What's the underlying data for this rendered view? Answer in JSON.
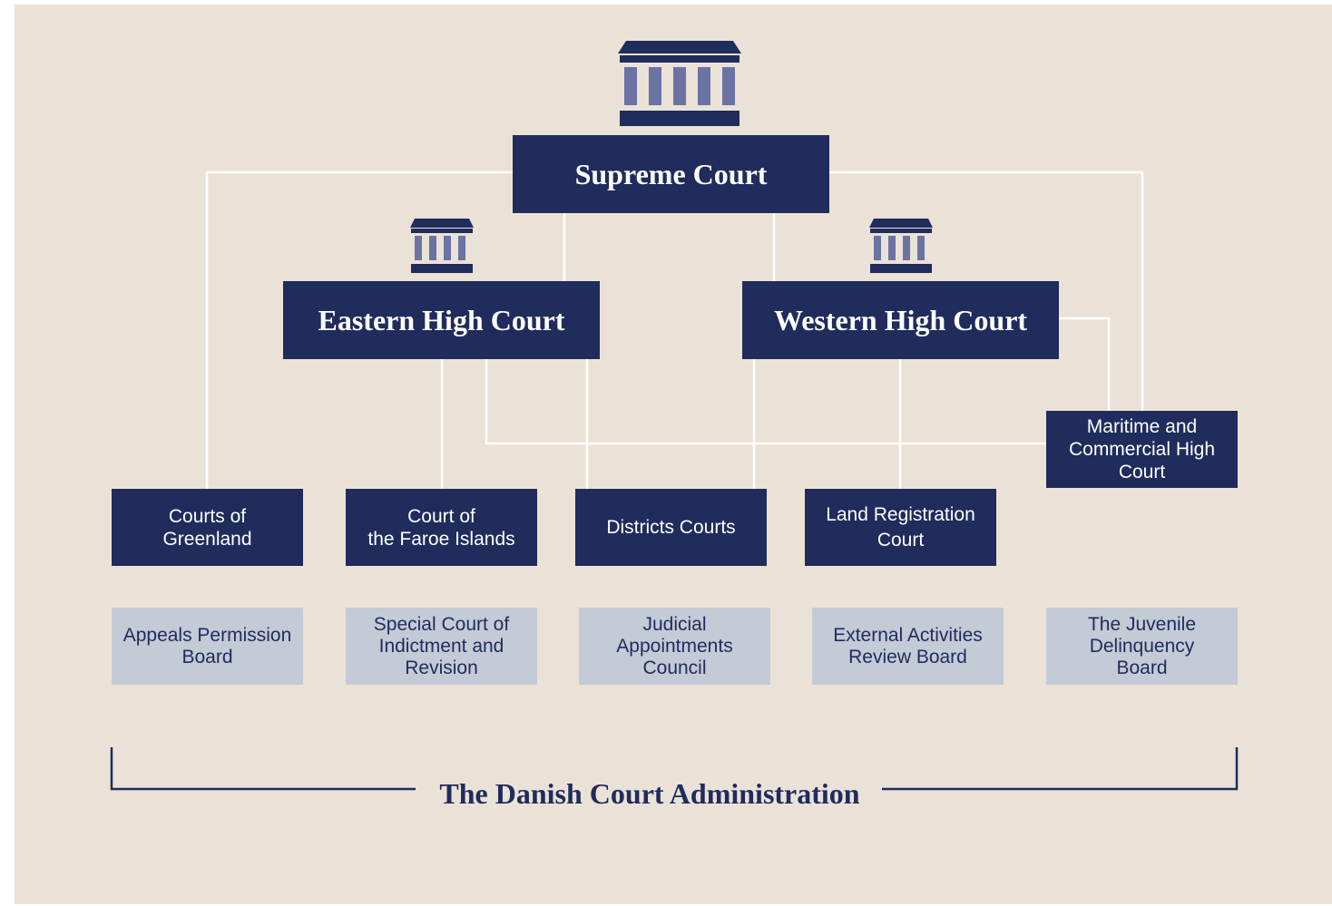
{
  "diagram": {
    "top_court": {
      "label": "Supreme Court",
      "icon": "courthouse-icon"
    },
    "high_courts": [
      {
        "id": "eastern",
        "label": "Eastern High Court",
        "icon": "courthouse-icon"
      },
      {
        "id": "western",
        "label": "Western High Court",
        "icon": "courthouse-icon"
      }
    ],
    "special_high_court": {
      "label": "Maritime and\nCommercial High\nCourt"
    },
    "lower_courts": [
      {
        "id": "greenland",
        "label": "Courts of\nGreenland"
      },
      {
        "id": "faroe",
        "label": "Court of\nthe Faroe Islands"
      },
      {
        "id": "districts",
        "label": "Districts Courts"
      },
      {
        "id": "land-registration",
        "label": "Land Registration\nCourt"
      }
    ],
    "other_bodies": [
      {
        "id": "appeals-permission",
        "label": "Appeals Permission\nBoard"
      },
      {
        "id": "special-court",
        "label": "Special Court of\nIndictment and\nRevision"
      },
      {
        "id": "judicial-appointments",
        "label": "Judicial\nAppointments\nCouncil"
      },
      {
        "id": "external-activities",
        "label": "External Activities\nReview Board"
      },
      {
        "id": "juvenile-delinquency",
        "label": "The Juvenile\nDelinquency\nBoard"
      }
    ],
    "administration": {
      "label": "The Danish Court Administration"
    },
    "colors": {
      "background": "#ebe2d7",
      "court_box": "#1f2c5c",
      "other_box": "#c4cad6",
      "connector": "#ffffff",
      "icon_main": "#1f2c5c",
      "icon_accent": "#6b73a3"
    }
  }
}
